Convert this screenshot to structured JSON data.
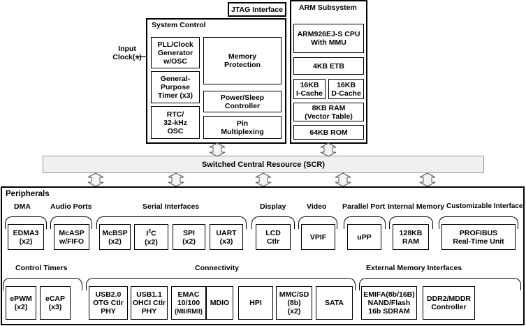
{
  "jtag": "JTAG Interface",
  "input_clock": "Input\nClock(s)",
  "system_control": {
    "title": "System Control",
    "blocks": {
      "pll": "PLL/Clock\nGenerator\nw/OSC",
      "timer": "General-\nPurpose\nTimer (x3)",
      "rtc": "RTC/\n32-kHz\nOSC",
      "memprot": "Memory\nProtection",
      "power": "Power/Sleep\nController",
      "pinmux": "Pin\nMultiplexing"
    }
  },
  "arm": {
    "title": "ARM Subsystem",
    "blocks": {
      "cpu": "ARM926EJ-S CPU\nWith MMU",
      "etb": "4KB ETB",
      "icache": "16KB\nI-Cache",
      "dcache": "16KB\nD-Cache",
      "ram": "8KB RAM\n(Vector Table)",
      "rom": "64KB ROM"
    }
  },
  "scr": "Switched Central Resource (SCR)",
  "peripherals": {
    "title": "Peripherals",
    "groups": {
      "dma": "DMA",
      "audio": "Audio Ports",
      "serial": "Serial Interfaces",
      "display": "Display",
      "video": "Video",
      "parallel": "Parallel Port",
      "intmem": "Internal Memory",
      "custom": "Customizable Interface",
      "timers": "Control Timers",
      "connect": "Connectivity",
      "extmem": "External Memory Interfaces"
    },
    "blocks": {
      "edma": "EDMA3\n(x2)",
      "mcasp": "McASP\nw/FIFO",
      "mcbsp": "McBSP\n(x2)",
      "i2c_main": "I",
      "i2c_sup": "2",
      "i2c_tail": "C\n(x2)",
      "spi": "SPI\n(x2)",
      "uart": "UART\n(x3)",
      "lcd": "LCD\nCtlr",
      "vpif": "VPIF",
      "upp": "uPP",
      "ram128": "128KB\nRAM",
      "profibus": "PROFIBUS\nReal-Time Unit",
      "epwm": "ePWM\n(x2)",
      "ecap": "eCAP\n(x3)",
      "usb20": "USB2.0\nOTG Ctlr\nPHY",
      "usb11": "USB1.1\nOHCI Ctlr\nPHY",
      "emac_main": "EMAC\n10/100",
      "emac_sub": "(MII/RMII)",
      "mdio": "MDIO",
      "hpi": "HPI",
      "mmc": "MMC/SD\n(8b)\n(x2)",
      "sata": "SATA",
      "emifa": "EMIFA(8b/16B)\nNAND/Flash\n16b SDRAM",
      "ddr": "DDR2/MDDR\nController"
    }
  }
}
